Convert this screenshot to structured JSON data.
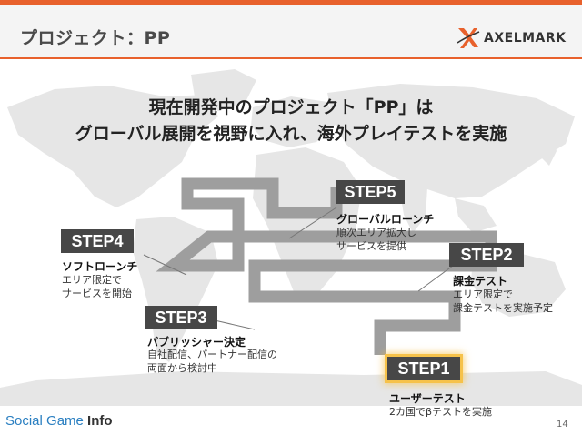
{
  "header": {
    "title": "プロジェクト：PP",
    "logo_text": "AXELMARK"
  },
  "headline": {
    "line1": "現在開発中のプロジェクト「PP」は",
    "line2": "グローバル展開を視野に入れ、海外プレイテストを実施"
  },
  "steps": [
    {
      "label": "STEP1",
      "title": "ユーザーテスト",
      "desc": [
        "2カ国でβテストを実施"
      ]
    },
    {
      "label": "STEP2",
      "title": "課金テスト",
      "desc": [
        "エリア限定で",
        "課金テストを実施予定"
      ]
    },
    {
      "label": "STEP3",
      "title": "パブリッシャー決定",
      "desc": [
        "自社配信、パートナー配信の",
        "両面から検討中"
      ]
    },
    {
      "label": "STEP4",
      "title": "ソフトローンチ",
      "desc": [
        "エリア限定で",
        "サービスを開始"
      ]
    },
    {
      "label": "STEP5",
      "title": "グローバルローンチ",
      "desc": [
        "順次エリア拡大し",
        "サービスを提供"
      ]
    }
  ],
  "footer": {
    "brand_main": "Social Game ",
    "brand_bold": "Info",
    "page_number": "14"
  },
  "colors": {
    "accent": "#e8612c",
    "badge": "#474747",
    "highlight": "#f6c24a",
    "path": "#9e9e9e",
    "map": "#e6e6e6"
  }
}
